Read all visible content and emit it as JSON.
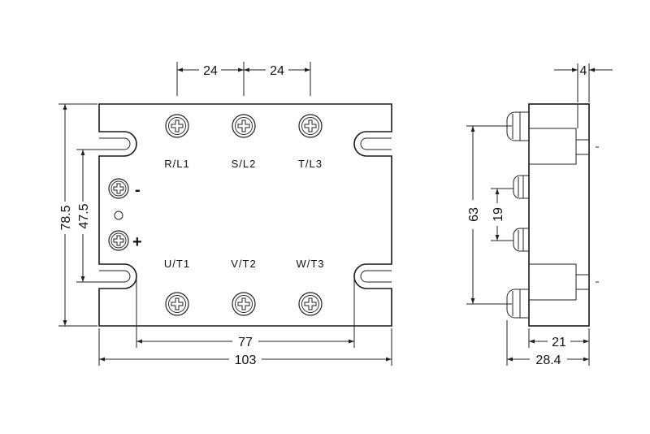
{
  "front_view": {
    "terminals_top": [
      "R/L1",
      "S/L2",
      "T/L3"
    ],
    "terminals_bottom": [
      "U/T1",
      "V/T2",
      "W/T3"
    ],
    "control_minus": "-",
    "control_plus": "+",
    "dimensions": {
      "pitch_left": "24",
      "pitch_right": "24",
      "height_total": "78.5",
      "height_slots": "47.5",
      "width_slots": "77",
      "width_total": "103"
    }
  },
  "side_view": {
    "dimensions": {
      "depth_top": "4",
      "height_mount": "63",
      "control_spacing": "19",
      "depth_body": "21",
      "depth_total": "28.4"
    }
  }
}
